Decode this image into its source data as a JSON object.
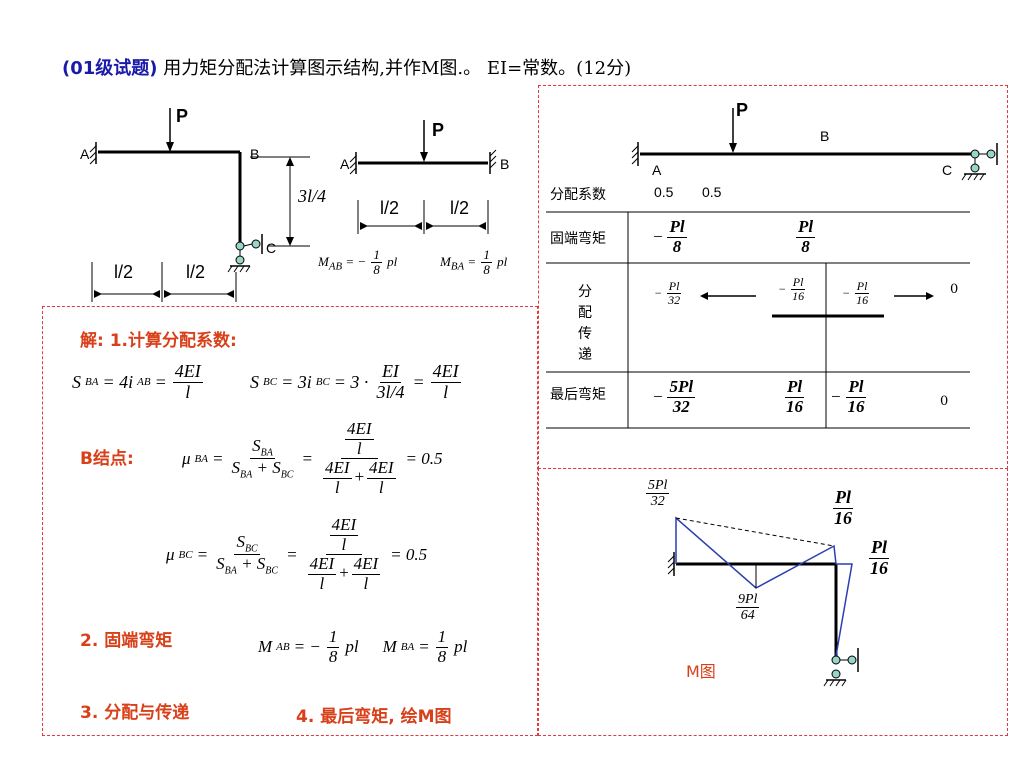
{
  "title": {
    "tag": "(01级试题)",
    "text": "用力矩分配法计算图示结构,并作M图.。 EI=常数。(12分)"
  },
  "structure": {
    "P": "P",
    "A": "A",
    "B": "B",
    "C": "C",
    "height": "3l/4",
    "half1": "l/2",
    "half2": "l/2",
    "halfA": "l/2",
    "halfB": "l/2",
    "MfAB": "M",
    "MfAB_sub": "AB",
    "MfAB_val": "= −",
    "MfBA": "M",
    "MfBA_sub": "BA",
    "MfBA_val": "=",
    "frac_num": "1",
    "frac_den": "8",
    "pl": "pl"
  },
  "solution": {
    "heading": "解: 1.计算分配系数:",
    "s_ba": "S",
    "s_ba_sub": "BA",
    "s_ba_eq": "= 4i",
    "s_ba_i": "AB",
    "four_ei": "4EI",
    "l": "l",
    "s_bc": "S",
    "s_bc_sub": "BC",
    "s_bc_eq": "= 3i",
    "s_bc_i": "BC",
    "three_dot": "= 3 ·",
    "ei": "EI",
    "three_l4": "3l/4",
    "b_node": "B结点:",
    "mu": "μ",
    "mu_ba_sub": "BA",
    "mu_bc_sub": "BC",
    "sum": "S",
    "plus": "+",
    "result": "= 0.5",
    "step2": "2. 固端弯矩",
    "m_ab": "M",
    "m_ab_sub": "AB",
    "m_eq_neg": "= −",
    "m_ba_sub": "BA",
    "m_eq": "=",
    "one": "1",
    "eight": "8",
    "step3": "3. 分配与传递",
    "step4": "4. 最后弯矩, 绘M图"
  },
  "table": {
    "P": "P",
    "A": "A",
    "B": "B",
    "C": "C",
    "row1": "分配系数",
    "dist1": "0.5",
    "dist2": "0.5",
    "row2": "固端弯矩",
    "fe1_sign": "−",
    "pl": "Pl",
    "eight": "8",
    "row3_chars": [
      "分",
      "配",
      "传",
      "递"
    ],
    "d_32": "32",
    "d_16": "16",
    "zero": "0",
    "row4": "最后弯矩",
    "f_5pl": "5Pl",
    "sixteen": "16"
  },
  "mdiagram": {
    "v1_num": "5Pl",
    "v1_den": "32",
    "v2_num": "Pl",
    "v2_den": "16",
    "v3_num": "Pl",
    "v3_den": "16",
    "v4_num": "9Pl",
    "v4_den": "64",
    "label": "M图"
  },
  "colors": {
    "accent_red": "#d8401a",
    "dash_red": "#e0393e",
    "tag_blue": "#1a1aa8",
    "diagram_blue": "#2a3fb0"
  }
}
